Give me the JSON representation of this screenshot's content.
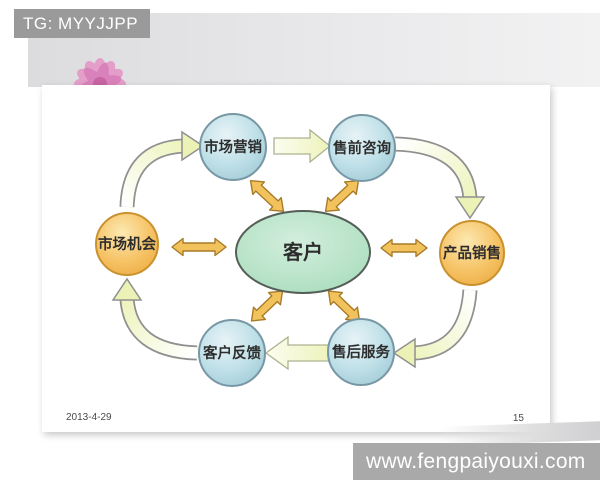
{
  "header": {
    "tag_label": "TG: MYYJJPP"
  },
  "slide": {
    "date": "2013-4-29",
    "page_number": "15"
  },
  "footer": {
    "site_label": "www.fengpaiyouxi.com"
  },
  "diagram": {
    "center": {
      "label": "客户"
    },
    "nodes": [
      {
        "id": "marketing",
        "label": "市场营销",
        "color_type": "blue"
      },
      {
        "id": "presales",
        "label": "售前咨询",
        "color_type": "blue"
      },
      {
        "id": "product",
        "label": "产品销售",
        "color_type": "orange"
      },
      {
        "id": "aftersales",
        "label": "售后服务",
        "color_type": "blue"
      },
      {
        "id": "feedback",
        "label": "客户反馈",
        "color_type": "blue"
      },
      {
        "id": "opportunity",
        "label": "市场机会",
        "color_type": "orange"
      }
    ],
    "colors": {
      "blue_node": "#b9dde6",
      "orange_node": "#f5c263",
      "center_fill": "#b5e2c6",
      "double_arrow": "#f2c35c",
      "double_arrow_outline": "#a87b28",
      "cycle_arrow": "#eef3bb",
      "flow_arrow": "#f3f7cd"
    }
  }
}
